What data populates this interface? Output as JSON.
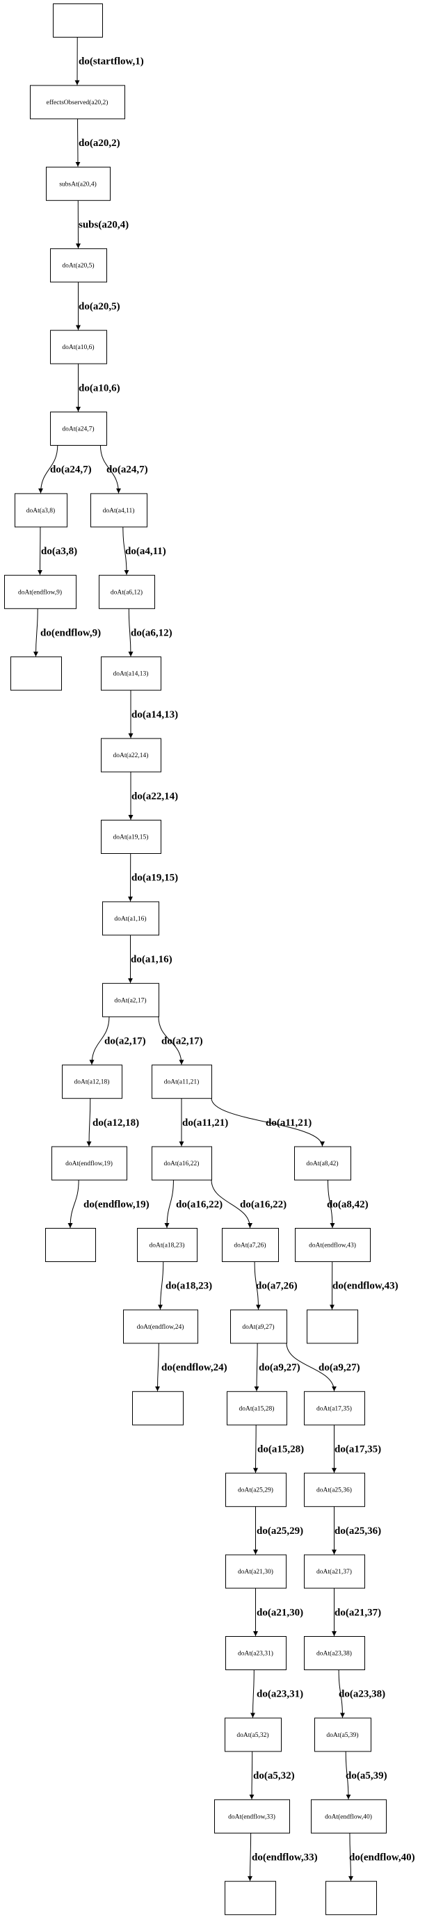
{
  "colors": {
    "stroke": "#000000",
    "background": "#ffffff"
  },
  "nodes": [
    {
      "id": 0,
      "label": ""
    },
    {
      "id": 1,
      "label": "effectsObserved(a20,2)"
    },
    {
      "id": 2,
      "label": "subsAt(a20,4)"
    },
    {
      "id": 3,
      "label": "doAt(a20,5)"
    },
    {
      "id": 4,
      "label": "doAt(a10,6)"
    },
    {
      "id": 5,
      "label": "doAt(a24,7)"
    },
    {
      "id": 6,
      "label": "doAt(a3,8)"
    },
    {
      "id": 7,
      "label": "doAt(a4,11)"
    },
    {
      "id": 8,
      "label": "doAt(endflow,9)"
    },
    {
      "id": 9,
      "label": "doAt(a6,12)"
    },
    {
      "id": 10,
      "label": ""
    },
    {
      "id": 11,
      "label": "doAt(a14,13)"
    },
    {
      "id": 12,
      "label": "doAt(a22,14)"
    },
    {
      "id": 13,
      "label": "doAt(a19,15)"
    },
    {
      "id": 14,
      "label": "doAt(a1,16)"
    },
    {
      "id": 15,
      "label": "doAt(a2,17)"
    },
    {
      "id": 16,
      "label": "doAt(a12,18)"
    },
    {
      "id": 17,
      "label": "doAt(a11,21)"
    },
    {
      "id": 18,
      "label": "doAt(endflow,19)"
    },
    {
      "id": 19,
      "label": "doAt(a16,22)"
    },
    {
      "id": 20,
      "label": "doAt(a8,42)"
    },
    {
      "id": 21,
      "label": ""
    },
    {
      "id": 22,
      "label": "doAt(a18,23)"
    },
    {
      "id": 23,
      "label": "doAt(a7,26)"
    },
    {
      "id": 24,
      "label": "doAt(endflow,43)"
    },
    {
      "id": 25,
      "label": "doAt(endflow,24)"
    },
    {
      "id": 26,
      "label": "doAt(a9,27)"
    },
    {
      "id": 27,
      "label": ""
    },
    {
      "id": 28,
      "label": ""
    },
    {
      "id": 29,
      "label": "doAt(a15,28)"
    },
    {
      "id": 30,
      "label": "doAt(a17,35)"
    },
    {
      "id": 31,
      "label": "doAt(a25,29)"
    },
    {
      "id": 32,
      "label": "doAt(a25,36)"
    },
    {
      "id": 33,
      "label": "doAt(a21,30)"
    },
    {
      "id": 34,
      "label": "doAt(a21,37)"
    },
    {
      "id": 35,
      "label": "doAt(a23,31)"
    },
    {
      "id": 36,
      "label": "doAt(a23,38)"
    },
    {
      "id": 37,
      "label": "doAt(a5,32)"
    },
    {
      "id": 38,
      "label": "doAt(a5,39)"
    },
    {
      "id": 39,
      "label": "doAt(endflow,33)"
    },
    {
      "id": 40,
      "label": "doAt(endflow,40)"
    },
    {
      "id": 41,
      "label": ""
    },
    {
      "id": 42,
      "label": ""
    }
  ],
  "edges": [
    {
      "from": 0,
      "to": 1,
      "label": "do(startflow,1)"
    },
    {
      "from": 1,
      "to": 2,
      "label": "do(a20,2)"
    },
    {
      "from": 2,
      "to": 3,
      "label": "subs(a20,4)"
    },
    {
      "from": 3,
      "to": 4,
      "label": "do(a20,5)"
    },
    {
      "from": 4,
      "to": 5,
      "label": "do(a10,6)"
    },
    {
      "from": 5,
      "to": 6,
      "label": "do(a24,7)"
    },
    {
      "from": 5,
      "to": 7,
      "label": "do(a24,7)"
    },
    {
      "from": 6,
      "to": 8,
      "label": "do(a3,8)"
    },
    {
      "from": 7,
      "to": 9,
      "label": "do(a4,11)"
    },
    {
      "from": 8,
      "to": 10,
      "label": "do(endflow,9)"
    },
    {
      "from": 9,
      "to": 11,
      "label": "do(a6,12)"
    },
    {
      "from": 11,
      "to": 12,
      "label": "do(a14,13)"
    },
    {
      "from": 12,
      "to": 13,
      "label": "do(a22,14)"
    },
    {
      "from": 13,
      "to": 14,
      "label": "do(a19,15)"
    },
    {
      "from": 14,
      "to": 15,
      "label": "do(a1,16)"
    },
    {
      "from": 15,
      "to": 16,
      "label": "do(a2,17)"
    },
    {
      "from": 15,
      "to": 17,
      "label": "do(a2,17)"
    },
    {
      "from": 16,
      "to": 18,
      "label": "do(a12,18)"
    },
    {
      "from": 17,
      "to": 19,
      "label": "do(a11,21)"
    },
    {
      "from": 17,
      "to": 20,
      "label": "do(a11,21)"
    },
    {
      "from": 18,
      "to": 21,
      "label": "do(endflow,19)"
    },
    {
      "from": 19,
      "to": 22,
      "label": "do(a16,22)"
    },
    {
      "from": 19,
      "to": 23,
      "label": "do(a16,22)"
    },
    {
      "from": 20,
      "to": 24,
      "label": "do(a8,42)"
    },
    {
      "from": 22,
      "to": 25,
      "label": "do(a18,23)"
    },
    {
      "from": 23,
      "to": 26,
      "label": "do(a7,26)"
    },
    {
      "from": 24,
      "to": 27,
      "label": "do(endflow,43)"
    },
    {
      "from": 25,
      "to": 28,
      "label": "do(endflow,24)"
    },
    {
      "from": 26,
      "to": 29,
      "label": "do(a9,27)"
    },
    {
      "from": 26,
      "to": 30,
      "label": "do(a9,27)"
    },
    {
      "from": 29,
      "to": 31,
      "label": "do(a15,28)"
    },
    {
      "from": 30,
      "to": 32,
      "label": "do(a17,35)"
    },
    {
      "from": 31,
      "to": 33,
      "label": "do(a25,29)"
    },
    {
      "from": 32,
      "to": 34,
      "label": "do(a25,36)"
    },
    {
      "from": 33,
      "to": 35,
      "label": "do(a21,30)"
    },
    {
      "from": 34,
      "to": 36,
      "label": "do(a21,37)"
    },
    {
      "from": 35,
      "to": 37,
      "label": "do(a23,31)"
    },
    {
      "from": 36,
      "to": 38,
      "label": "do(a23,38)"
    },
    {
      "from": 37,
      "to": 39,
      "label": "do(a5,32)"
    },
    {
      "from": 38,
      "to": 40,
      "label": "do(a5,39)"
    },
    {
      "from": 39,
      "to": 41,
      "label": "do(endflow,33)"
    },
    {
      "from": 40,
      "to": 42,
      "label": "do(endflow,40)"
    }
  ]
}
